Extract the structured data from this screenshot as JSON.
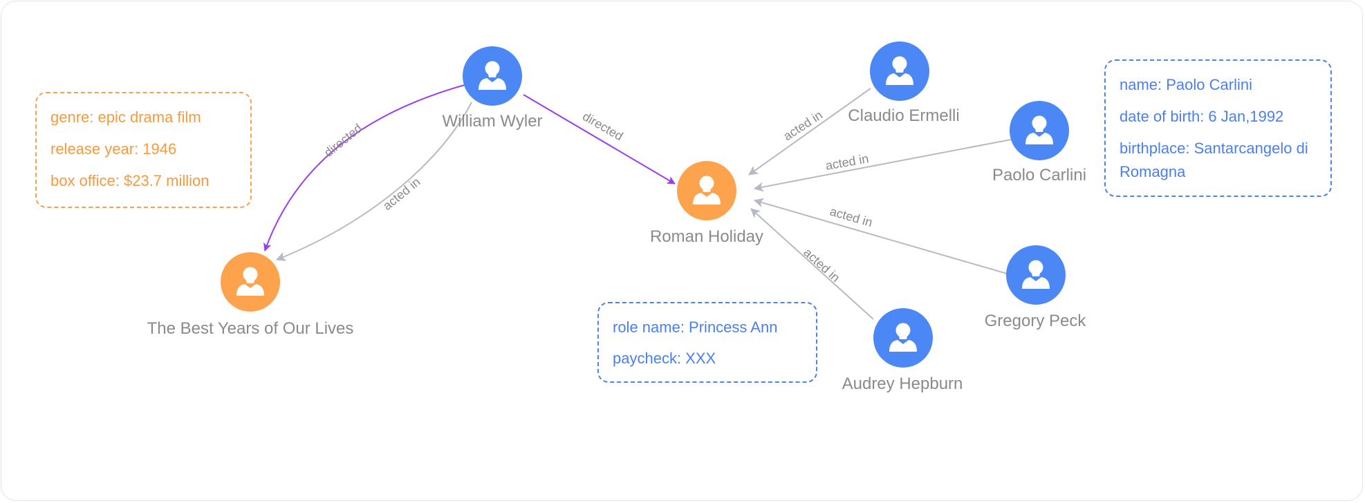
{
  "colors": {
    "person": "#4b87f5",
    "movie": "#fda24d",
    "edge_directed": "#9a3cf3",
    "edge_acted": "#b7b9c4",
    "label_text": "#8a8a8a",
    "card_orange": "#f59a3f",
    "card_blue": "#4a7fef"
  },
  "nodes": {
    "william_wyler": {
      "label": "William Wyler",
      "kind": "person",
      "icon": "user-icon"
    },
    "best_years": {
      "label": "The Best Years of Our Lives",
      "kind": "movie",
      "icon": "user-icon"
    },
    "roman_holiday": {
      "label": "Roman Holiday",
      "kind": "movie",
      "icon": "user-icon"
    },
    "claudio_ermelli": {
      "label": "Claudio Ermelli",
      "kind": "person",
      "icon": "user-icon"
    },
    "paolo_carlini": {
      "label": "Paolo Carlini",
      "kind": "person",
      "icon": "user-icon"
    },
    "gregory_peck": {
      "label": "Gregory Peck",
      "kind": "person",
      "icon": "user-icon"
    },
    "audrey_hepburn": {
      "label": "Audrey Hepburn",
      "kind": "person",
      "icon": "user-icon"
    }
  },
  "edges": {
    "wyler_directed_best_years": "directed",
    "wyler_acted_best_years": "acted in",
    "wyler_directed_roman_holiday": "directed",
    "claudio_acted": "acted in",
    "paolo_acted": "acted in",
    "gregory_acted": "acted in",
    "audrey_acted": "acted in"
  },
  "movie_card": {
    "genre": "genre:  epic drama film",
    "release_year": "release year:  1946",
    "box_office": "box office:  $23.7 million"
  },
  "person_card": {
    "name": "name:  Paolo Carlini",
    "date_of_birth": "date of birth:  6 Jan,1992",
    "birthplace": "birthplace: Santarcangelo di Romagna"
  },
  "role_card": {
    "role_name": "role name:  Princess Ann",
    "paycheck": "paycheck:  XXX"
  }
}
